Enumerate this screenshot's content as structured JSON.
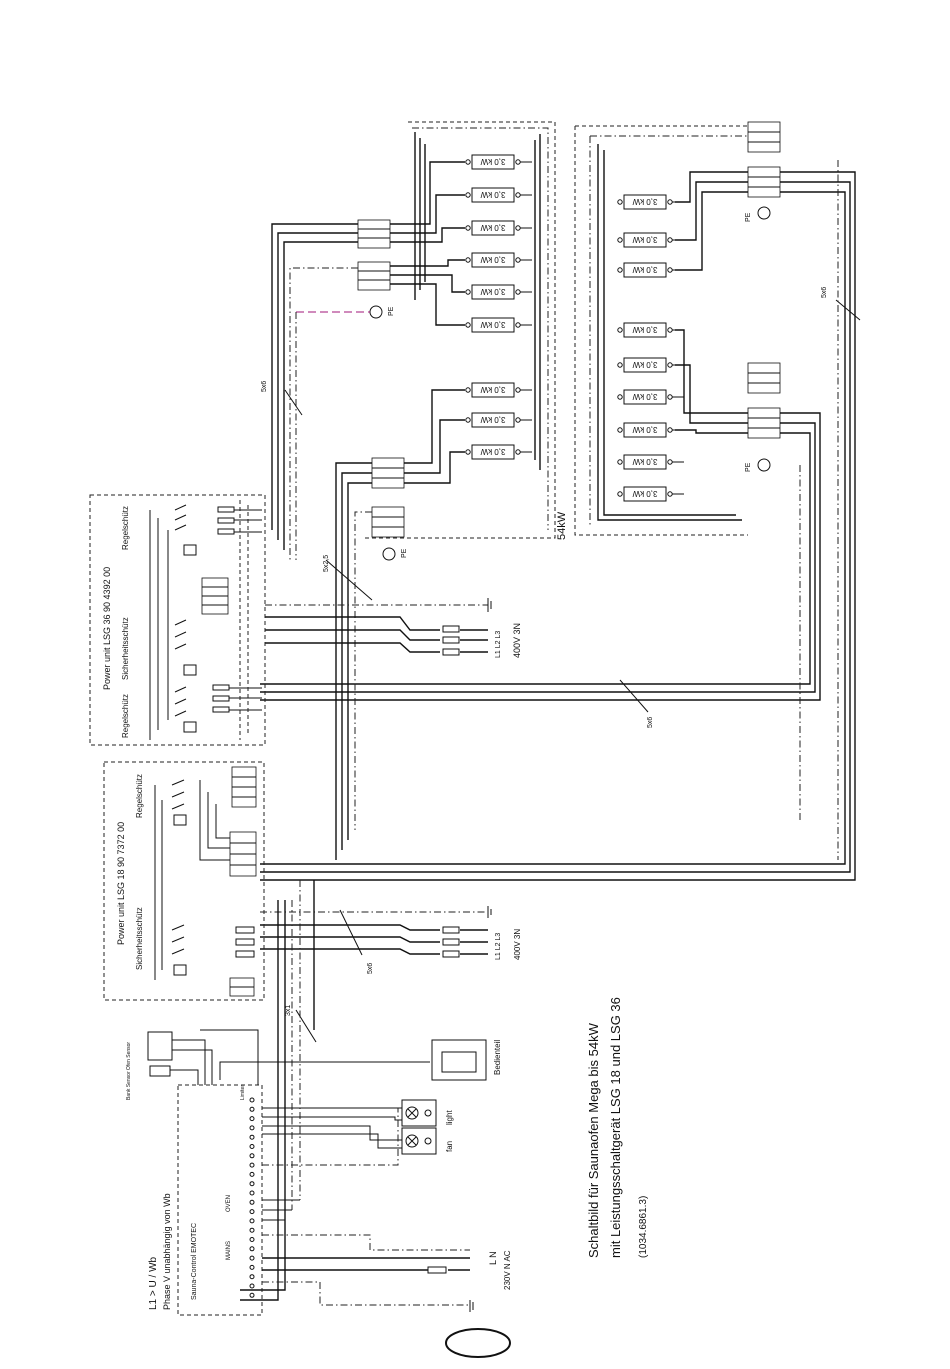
{
  "heater_label": "3,0 kW",
  "labels": {
    "total_power": "54kW",
    "pe": "PE",
    "cable_5x6": "5x6",
    "cable_5x25": "5x2,5",
    "cable_3x1": "3x1",
    "superscript_2": "2"
  },
  "power_unit_36": {
    "title": "Power unit LSG 36   90 4392 00",
    "contactor_top": "Regelschütz",
    "contactor_mid": "Sicherheitsschütz",
    "contactor_bot": "Regelschütz"
  },
  "power_unit_18": {
    "title": "Power unit LSG 18   90 7372 00",
    "contactor_top": "Regelschütz",
    "contactor_bot": "Sicherheitsschütz"
  },
  "supply_1": {
    "phases": "L1 L2 L3",
    "voltage": "400V 3N"
  },
  "supply_2": {
    "phases": "L1 L2 L3",
    "voltage": "400V 3N"
  },
  "mains": {
    "phases": "L   N",
    "voltage": "230V N AC"
  },
  "control": {
    "phase_note_1": "L1 > U / Wb",
    "phase_note_2": "Phase V unabhängig von Wb",
    "unit_name": "Sauna-Control EMOTEC",
    "oven_label": "OVEN",
    "mains_label": "MAINS",
    "light_label": "light",
    "fan_label": "fan",
    "panel_label": "Bedienteil",
    "sensor_1": "Bank Sensor",
    "sensor_2": "Ofen Sensor",
    "limiter_label": "Limiter"
  },
  "caption": {
    "line1": "Schaltbild für Saunaofen Mega bis 54kW",
    "line2": "mit Leistungsschaltgerät LSG 18 und LSG 36",
    "line3": "(1034.6861.3)"
  }
}
